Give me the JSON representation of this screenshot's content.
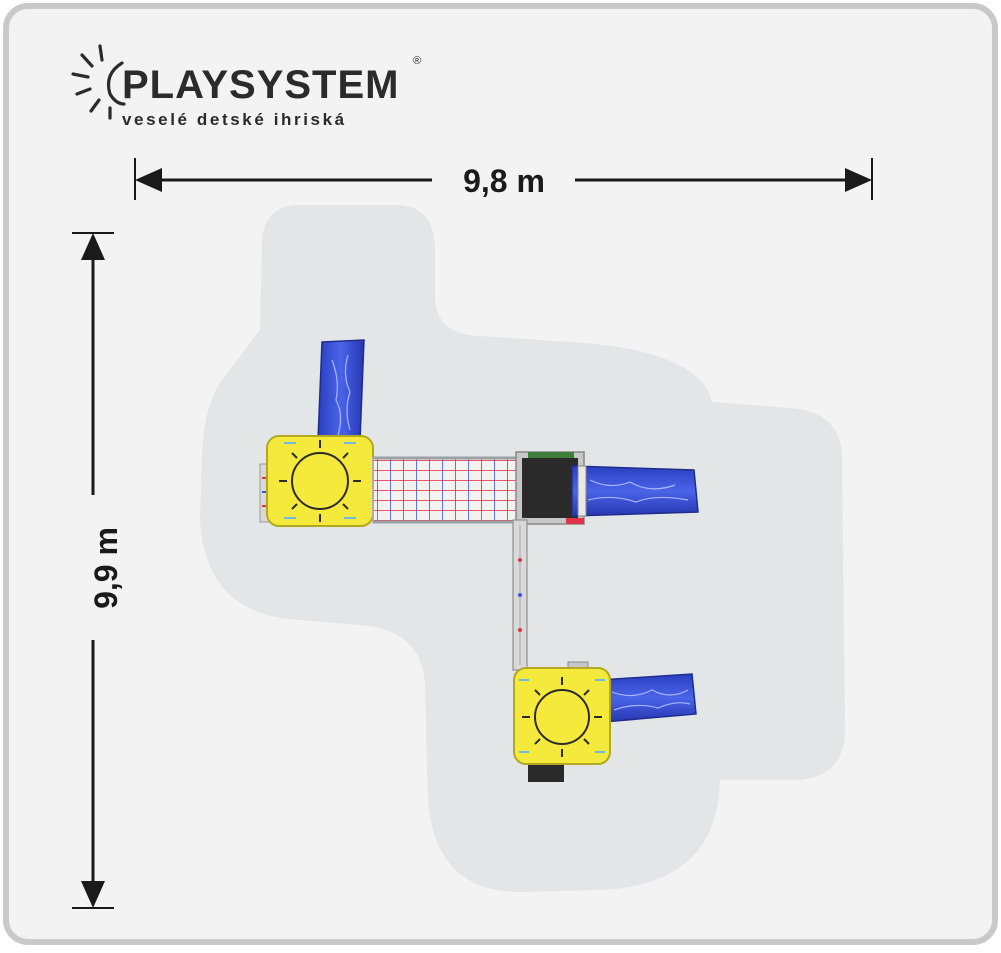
{
  "brand": {
    "name": "PLAYSYSTEM",
    "registered": "®",
    "tagline": "veselé detské ihriská"
  },
  "dimensions": {
    "width_label": "9,8 m",
    "height_label": "9,9 m"
  },
  "colors": {
    "frame": "#c9c9c9",
    "background": "#f3f3f3",
    "safety_zone": "#e3e6e6",
    "arrow": "#1a1a1a",
    "roof_yellow": "#f5ea3c",
    "slide_blue": "#3347c8",
    "net_red": "#e0334a",
    "net_blue": "#3a58d8",
    "sun_stroke": "#2b2b2b"
  },
  "icons": {
    "logo": "sun-logo-icon",
    "roof": "sun-roof-icon"
  }
}
